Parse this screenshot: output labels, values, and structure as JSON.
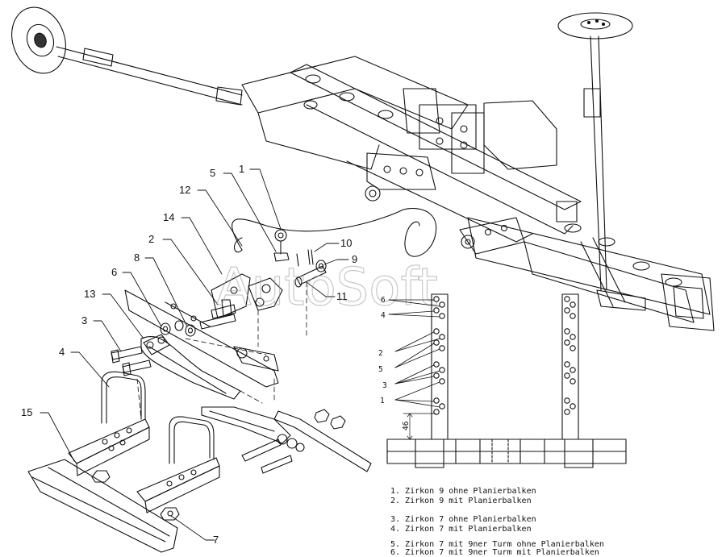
{
  "watermark": "AutoSoft",
  "callouts": [
    "1",
    "2",
    "3",
    "4",
    "5",
    "6",
    "7",
    "8",
    "9",
    "10",
    "11",
    "12",
    "13",
    "14",
    "15"
  ],
  "detail": {
    "numbers": [
      "6",
      "4",
      "2",
      "5",
      "3",
      "1"
    ],
    "dimension": "46"
  },
  "legend": [
    "1. Zirkon 9 ohne Planierbalken",
    "2. Zirkon 9 mit Planierbalken",
    "3. Zirkon 7 ohne Planierbalken",
    "4. Zirkon 7 mit Planierbalken",
    "5. Zirkon 7 mit 9ner Turm ohne Planierbalken",
    "6. Zirkon 7 mit 9ner Turm mit Planierbalken"
  ]
}
